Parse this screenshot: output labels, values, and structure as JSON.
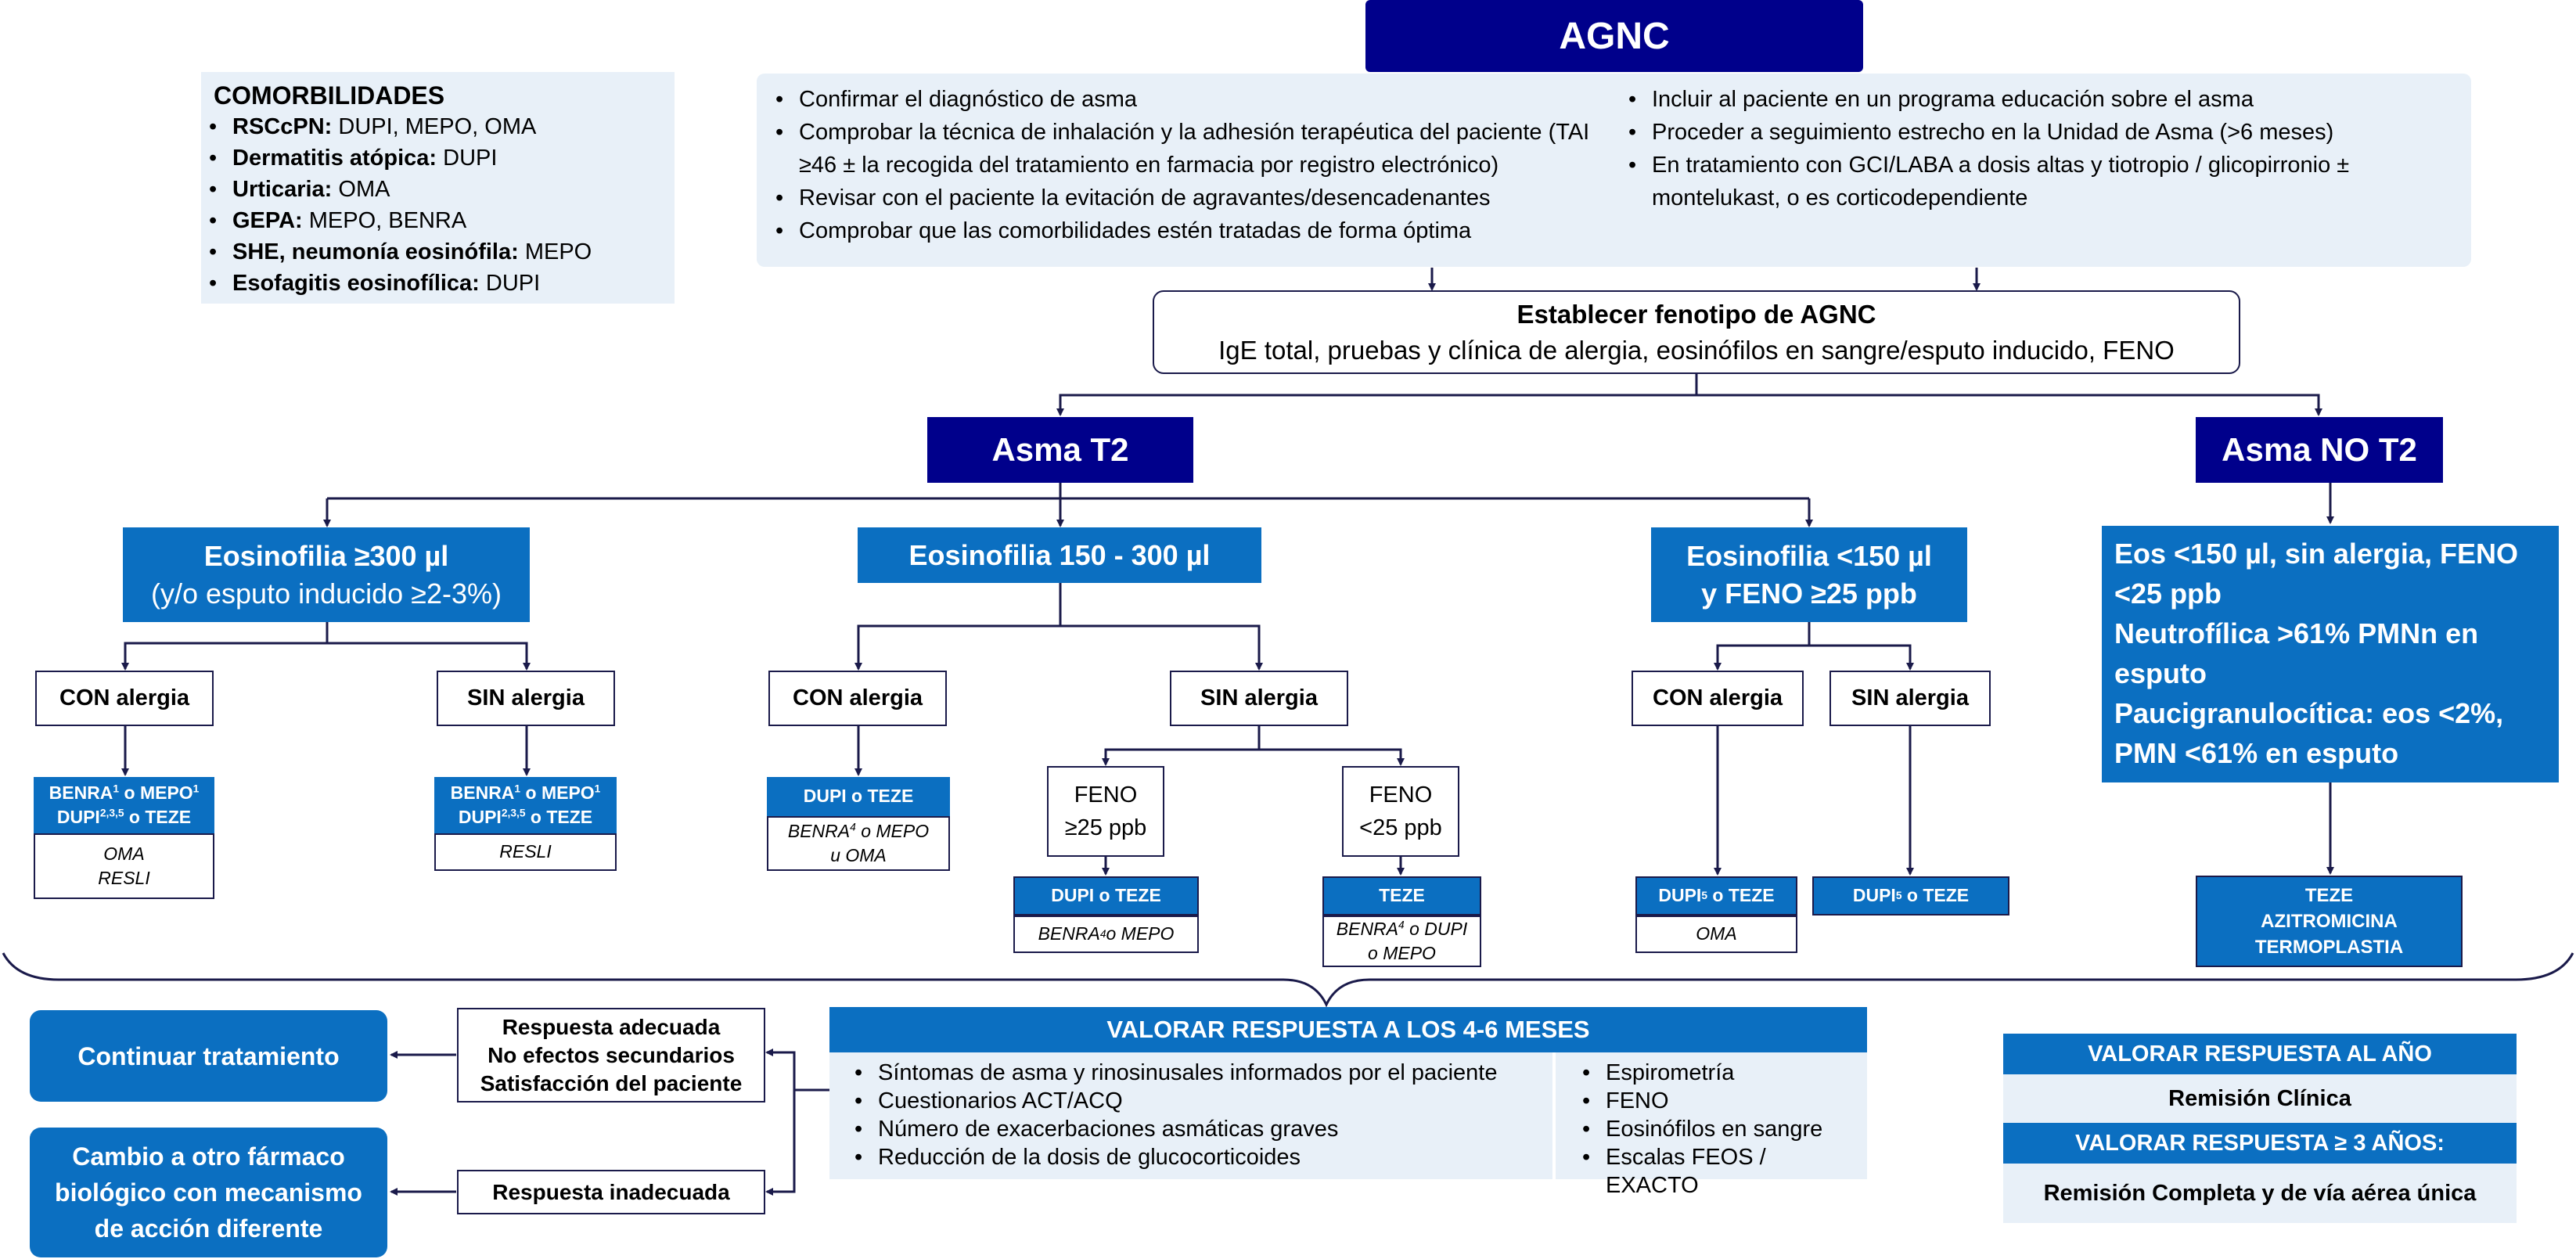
{
  "title": "AGNC",
  "comorbilidades": {
    "heading": "COMORBILIDADES",
    "items": [
      {
        "label": "RSCcPN:",
        "value": " DUPI, MEPO, OMA"
      },
      {
        "label": "Dermatitis atópica:",
        "value": " DUPI"
      },
      {
        "label": "Urticaria:",
        "value": " OMA"
      },
      {
        "label": "GEPA:",
        "value": " MEPO, BENRA"
      },
      {
        "label": "SHE, neumonía eosinófila:",
        "value": " MEPO"
      },
      {
        "label": "Esofagitis eosinofílica:",
        "value": " DUPI"
      }
    ]
  },
  "checklist": {
    "left": [
      "Confirmar el diagnóstico de asma",
      "Comprobar la técnica de inhalación y la adhesión terapéutica del paciente (TAI ≥46 ± la recogida del tratamiento en farmacia por registro electrónico)",
      "Revisar con el paciente la evitación de agravantes/desencadenantes",
      "Comprobar que las comorbilidades estén tratadas de forma óptima"
    ],
    "right": [
      "Incluir al paciente en un programa educación sobre el asma",
      "Proceder a seguimiento estrecho en la Unidad de Asma (>6 meses)",
      "En tratamiento con GCI/LABA a dosis altas y tiotropio / glicopirronio ± montelukast, o es corticodependiente"
    ]
  },
  "phenotype": {
    "title": "Establecer fenotipo de AGNC",
    "subtitle": "IgE total, pruebas y clínica de alergia, eosinófilos en sangre/esputo inducido, FENO"
  },
  "t2": {
    "label": "Asma T2"
  },
  "not2": {
    "label": "Asma NO T2",
    "lines": [
      "Eos <150 µl, sin alergia, FENO <25 ppb",
      "Neutrofílica >61% PMNn en esputo",
      "Paucigranulocítica: eos <2%, PMN <61% en esputo"
    ],
    "treatment": [
      "TEZE",
      "AZITROMICINA",
      "TERMOPLASTIA"
    ]
  },
  "eos_high": {
    "line1": "Eosinofilia ≥300 µl",
    "line2": "(y/o esputo inducido ≥2-3%)"
  },
  "eos_mid": {
    "label": "Eosinofilia 150 - 300 µl"
  },
  "eos_low": {
    "line1": "Eosinofilia <150 µl",
    "line2": "y FENO ≥25 ppb"
  },
  "branches": {
    "con": "CON alergia",
    "sin": "SIN alergia"
  },
  "drugs": {
    "high_con_alt": [
      "OMA",
      "RESLI"
    ],
    "high_sin_alt": "RESLI",
    "mid_con_main": "DUPI o TEZE",
    "mid_con_alt": [
      "BENRA",
      " o MEPO",
      "u OMA"
    ],
    "feno_hi": [
      "FENO",
      "≥25 ppb"
    ],
    "feno_lo": [
      "FENO",
      "<25 ppb"
    ],
    "feno_hi_main": "DUPI o TEZE",
    "feno_hi_alt": [
      "BENRA",
      " o MEPO"
    ],
    "feno_lo_main": "TEZE",
    "feno_lo_alt": [
      "BENRA",
      " o DUPI",
      "o MEPO"
    ],
    "low_con_alt": "OMA"
  },
  "response": {
    "title": "VALORAR RESPUESTA A LOS 4-6 MESES",
    "left": [
      "Síntomas de asma y rinosinusales informados por el paciente",
      "Cuestionarios ACT/ACQ",
      "Número de exacerbaciones asmáticas graves",
      "Reducción de la dosis de glucocorticoides"
    ],
    "right": [
      "Espirometría",
      "FENO",
      "Eosinófilos en sangre",
      "Escalas FEOS / EXACTO"
    ],
    "good": [
      "Respuesta adecuada",
      "No efectos secundarios",
      "Satisfacción del paciente"
    ],
    "bad": "Respuesta inadecuada",
    "continue": "Continuar tratamiento",
    "change": "Cambio a otro fármaco biológico con mecanismo de acción diferente"
  },
  "year": {
    "title1": "VALORAR RESPUESTA AL AÑO",
    "value1": "Remisión Clínica",
    "title3": "VALORAR RESPUESTA ≥ 3 AÑOS:",
    "value3": "Remisión Completa y de vía aérea única"
  }
}
